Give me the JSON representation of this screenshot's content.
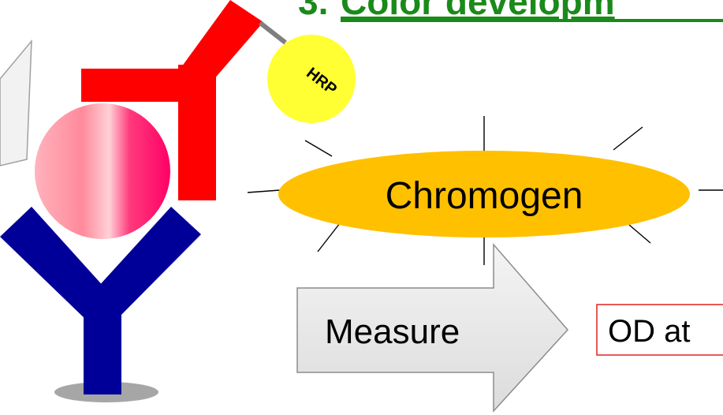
{
  "title": {
    "prefix": "3.",
    "text": "Color developm",
    "color": "#1a8a1a"
  },
  "enzyme": {
    "label": "HRP",
    "color": "#ffff33"
  },
  "substrate": {
    "label": "Chromogen",
    "color": "#ffc000"
  },
  "measure_arrow": {
    "label": "Measure"
  },
  "readout": {
    "label": "OD at"
  },
  "colors": {
    "detection_antibody": "#ff0000",
    "capture_antibody": "#000099",
    "antigen_light": "#ffb0b8",
    "antigen_dark": "#ff0066",
    "readout_border": "#e02020"
  }
}
